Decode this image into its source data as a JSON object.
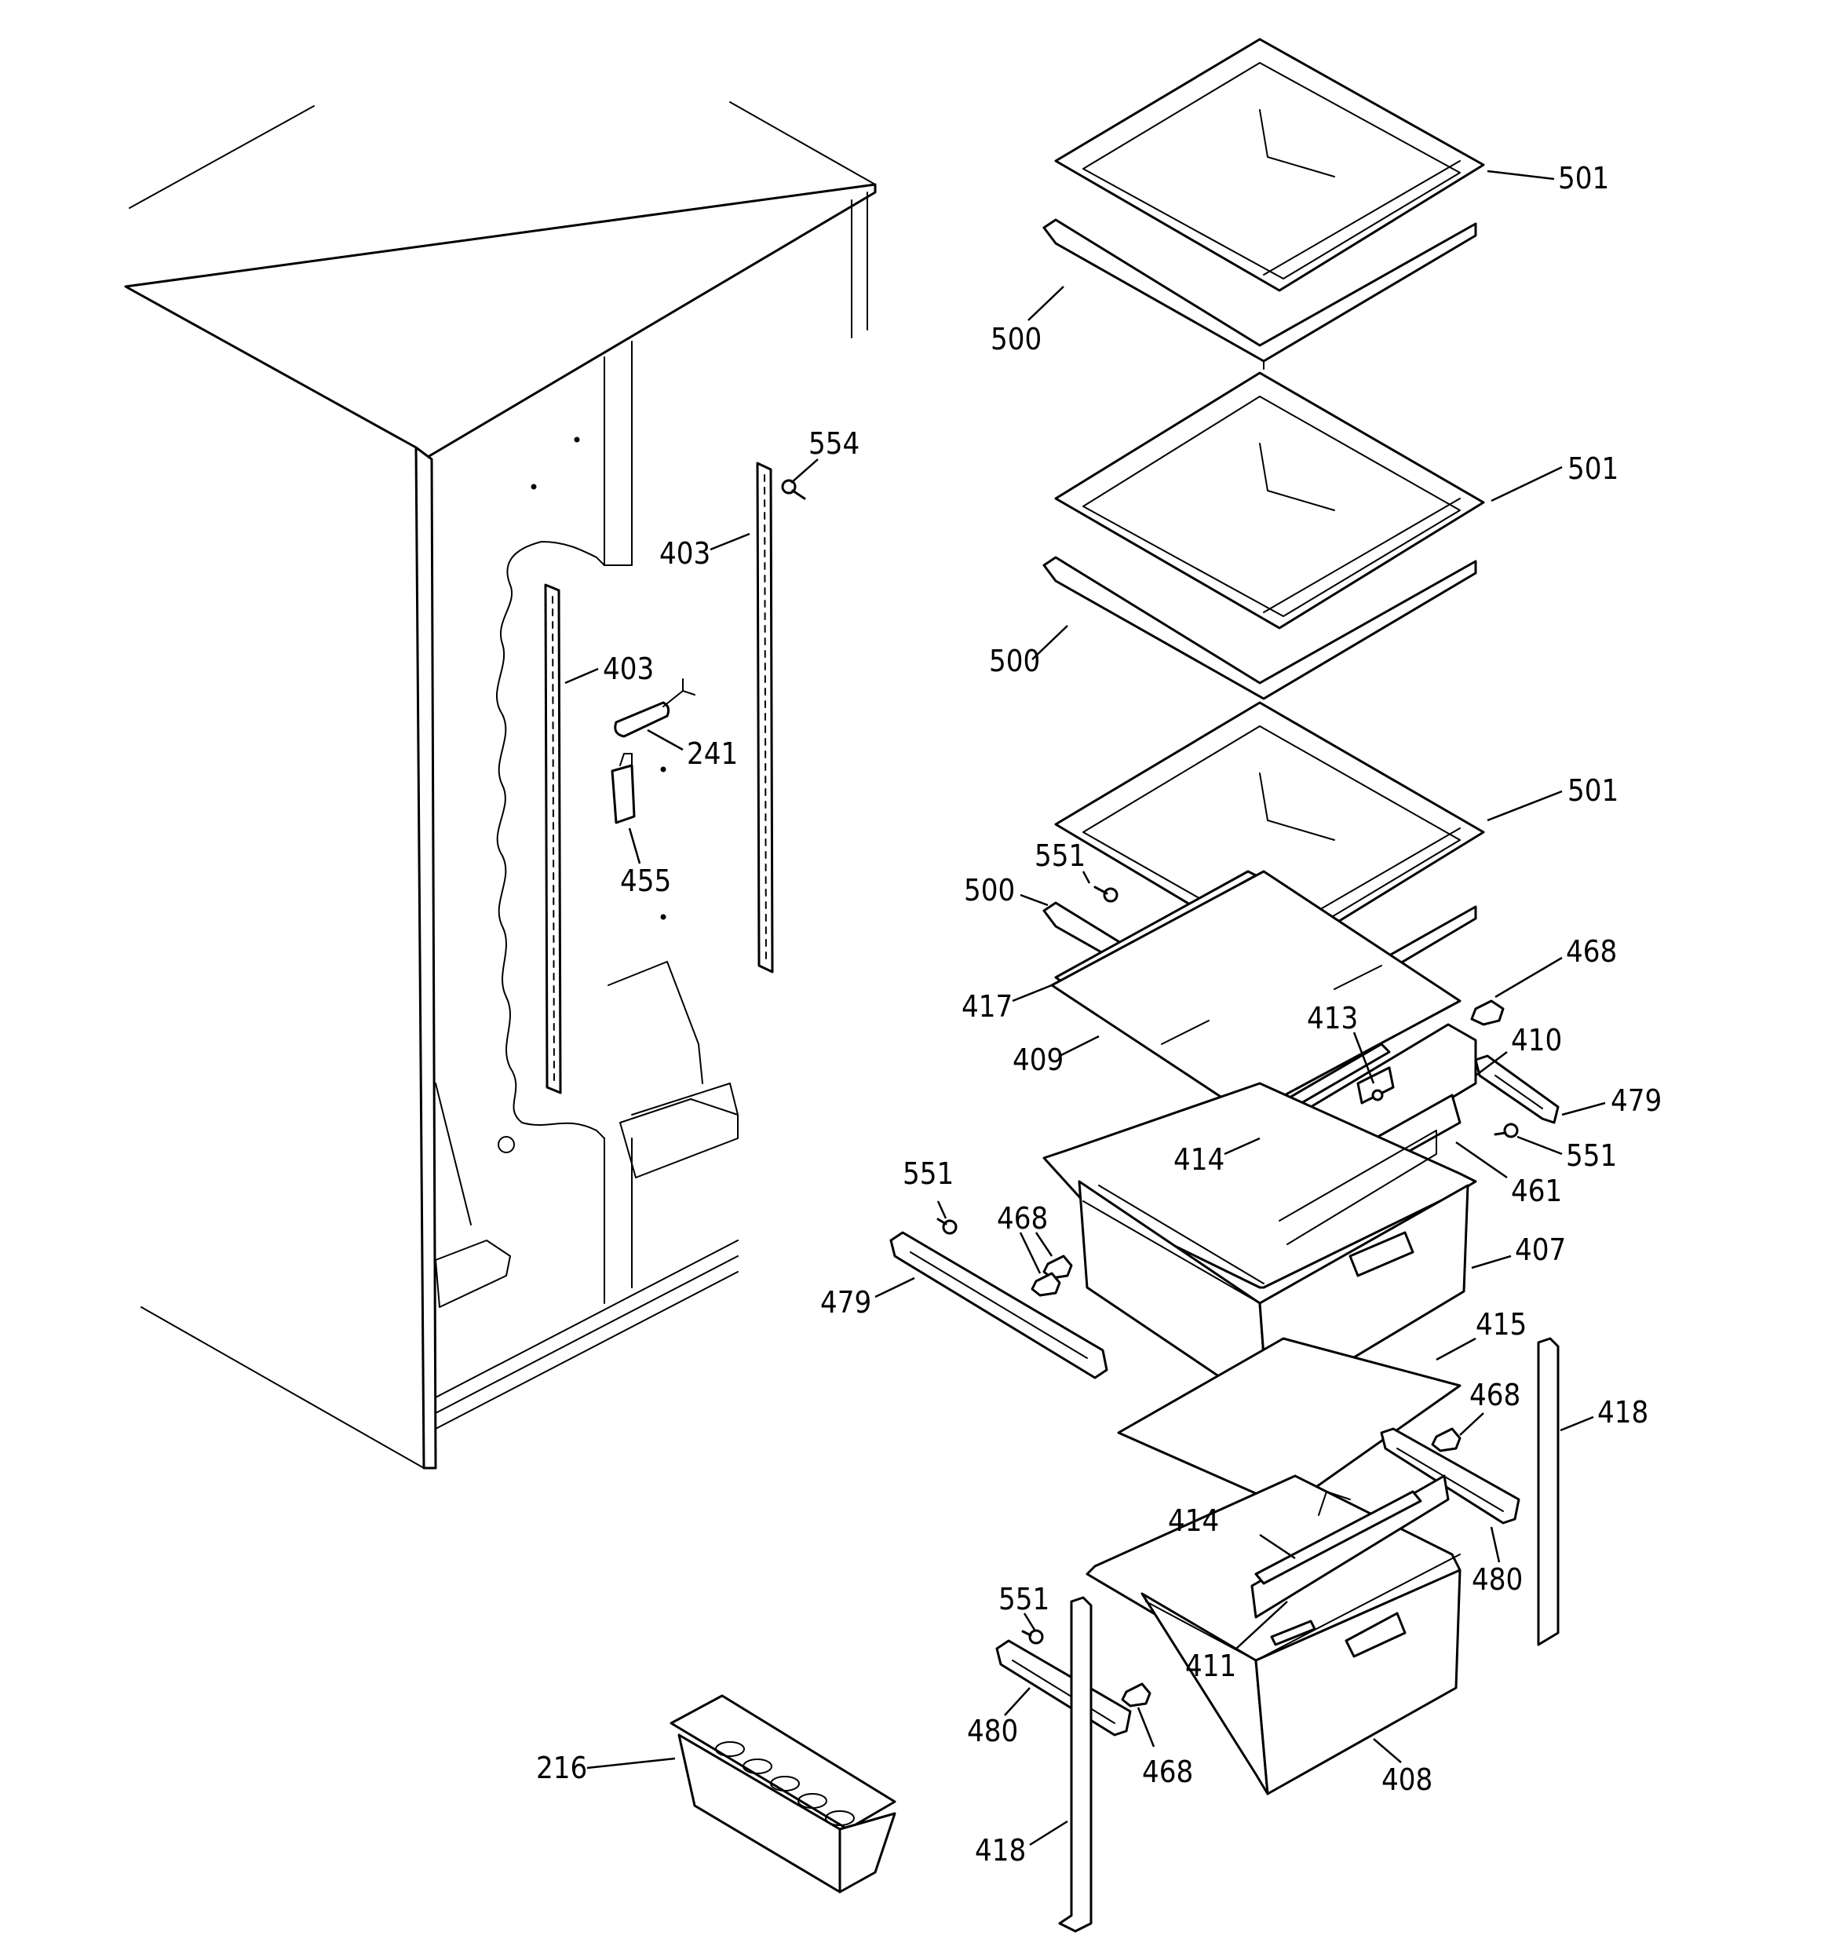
{
  "colors": {
    "line": "#000000",
    "background": "#ffffff"
  },
  "callouts": [
    {
      "id": "c501a",
      "label": "501"
    },
    {
      "id": "c500a",
      "label": "500"
    },
    {
      "id": "c501b",
      "label": "501"
    },
    {
      "id": "c500b",
      "label": "500"
    },
    {
      "id": "c554",
      "label": "554"
    },
    {
      "id": "c403a",
      "label": "403"
    },
    {
      "id": "c403b",
      "label": "403"
    },
    {
      "id": "c241",
      "label": "241"
    },
    {
      "id": "c455",
      "label": "455"
    },
    {
      "id": "c501c",
      "label": "501"
    },
    {
      "id": "c551a",
      "label": "551"
    },
    {
      "id": "c500c",
      "label": "500"
    },
    {
      "id": "c468a",
      "label": "468"
    },
    {
      "id": "c417",
      "label": "417"
    },
    {
      "id": "c413",
      "label": "413"
    },
    {
      "id": "c410",
      "label": "410"
    },
    {
      "id": "c409",
      "label": "409"
    },
    {
      "id": "c479a",
      "label": "479"
    },
    {
      "id": "c414a",
      "label": "414"
    },
    {
      "id": "c551b",
      "label": "551"
    },
    {
      "id": "c461",
      "label": "461"
    },
    {
      "id": "c551c",
      "label": "551"
    },
    {
      "id": "c468b",
      "label": "468"
    },
    {
      "id": "c407",
      "label": "407"
    },
    {
      "id": "c479b",
      "label": "479"
    },
    {
      "id": "c415",
      "label": "415"
    },
    {
      "id": "c468c",
      "label": "468"
    },
    {
      "id": "c418a",
      "label": "418"
    },
    {
      "id": "c414b",
      "label": "414"
    },
    {
      "id": "c480a",
      "label": "480"
    },
    {
      "id": "c411",
      "label": "411"
    },
    {
      "id": "c551d",
      "label": "551"
    },
    {
      "id": "c480b",
      "label": "480"
    },
    {
      "id": "c468d",
      "label": "468"
    },
    {
      "id": "c408",
      "label": "408"
    },
    {
      "id": "c216",
      "label": "216"
    },
    {
      "id": "c418b",
      "label": "418"
    }
  ]
}
